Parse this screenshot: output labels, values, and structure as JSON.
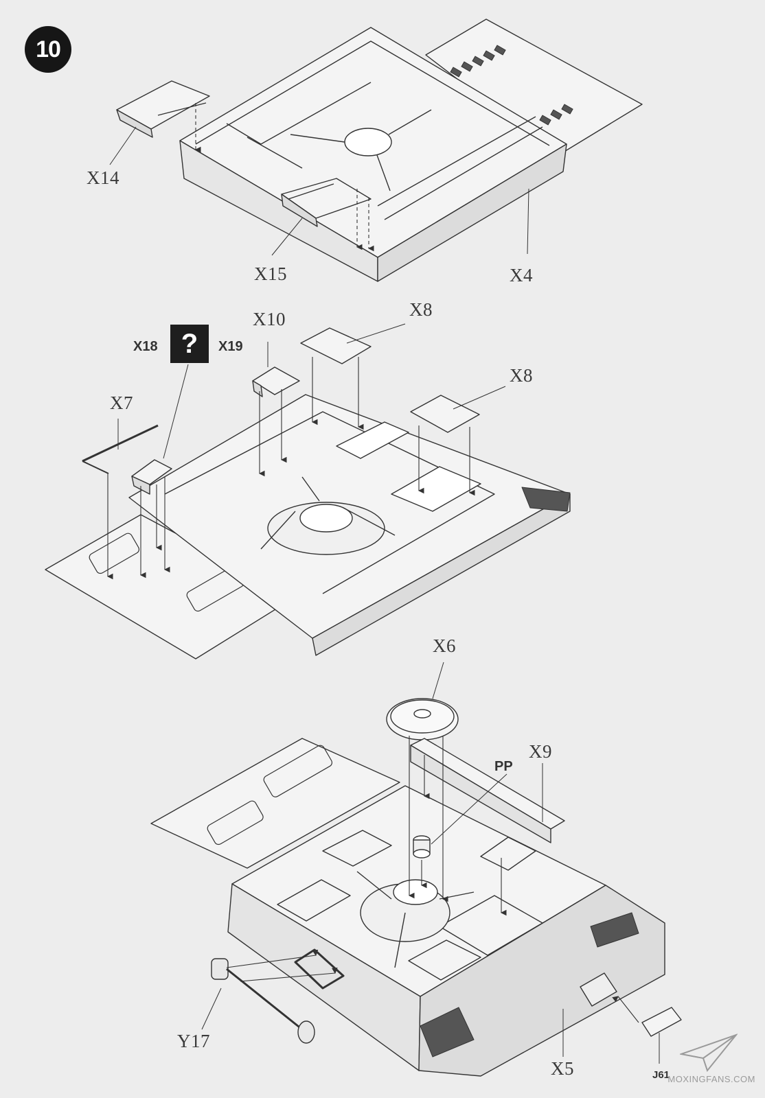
{
  "step": {
    "number": "10"
  },
  "labels": {
    "x14": "X14",
    "x15": "X15",
    "x4": "X4",
    "x10": "X10",
    "x8_top": "X8",
    "x8_right": "X8",
    "x7": "X7",
    "x18": "X18",
    "x19": "X19",
    "option_mark": "?",
    "x6": "X6",
    "x9": "X9",
    "pp": "PP",
    "y17": "Y17",
    "x5": "X5",
    "j61": "J61"
  },
  "watermark": {
    "text": "MOXINGFANS.COM"
  },
  "colors": {
    "ink": "#3a3a3a",
    "paper": "#ededed",
    "part_fill": "#f4f4f4"
  }
}
